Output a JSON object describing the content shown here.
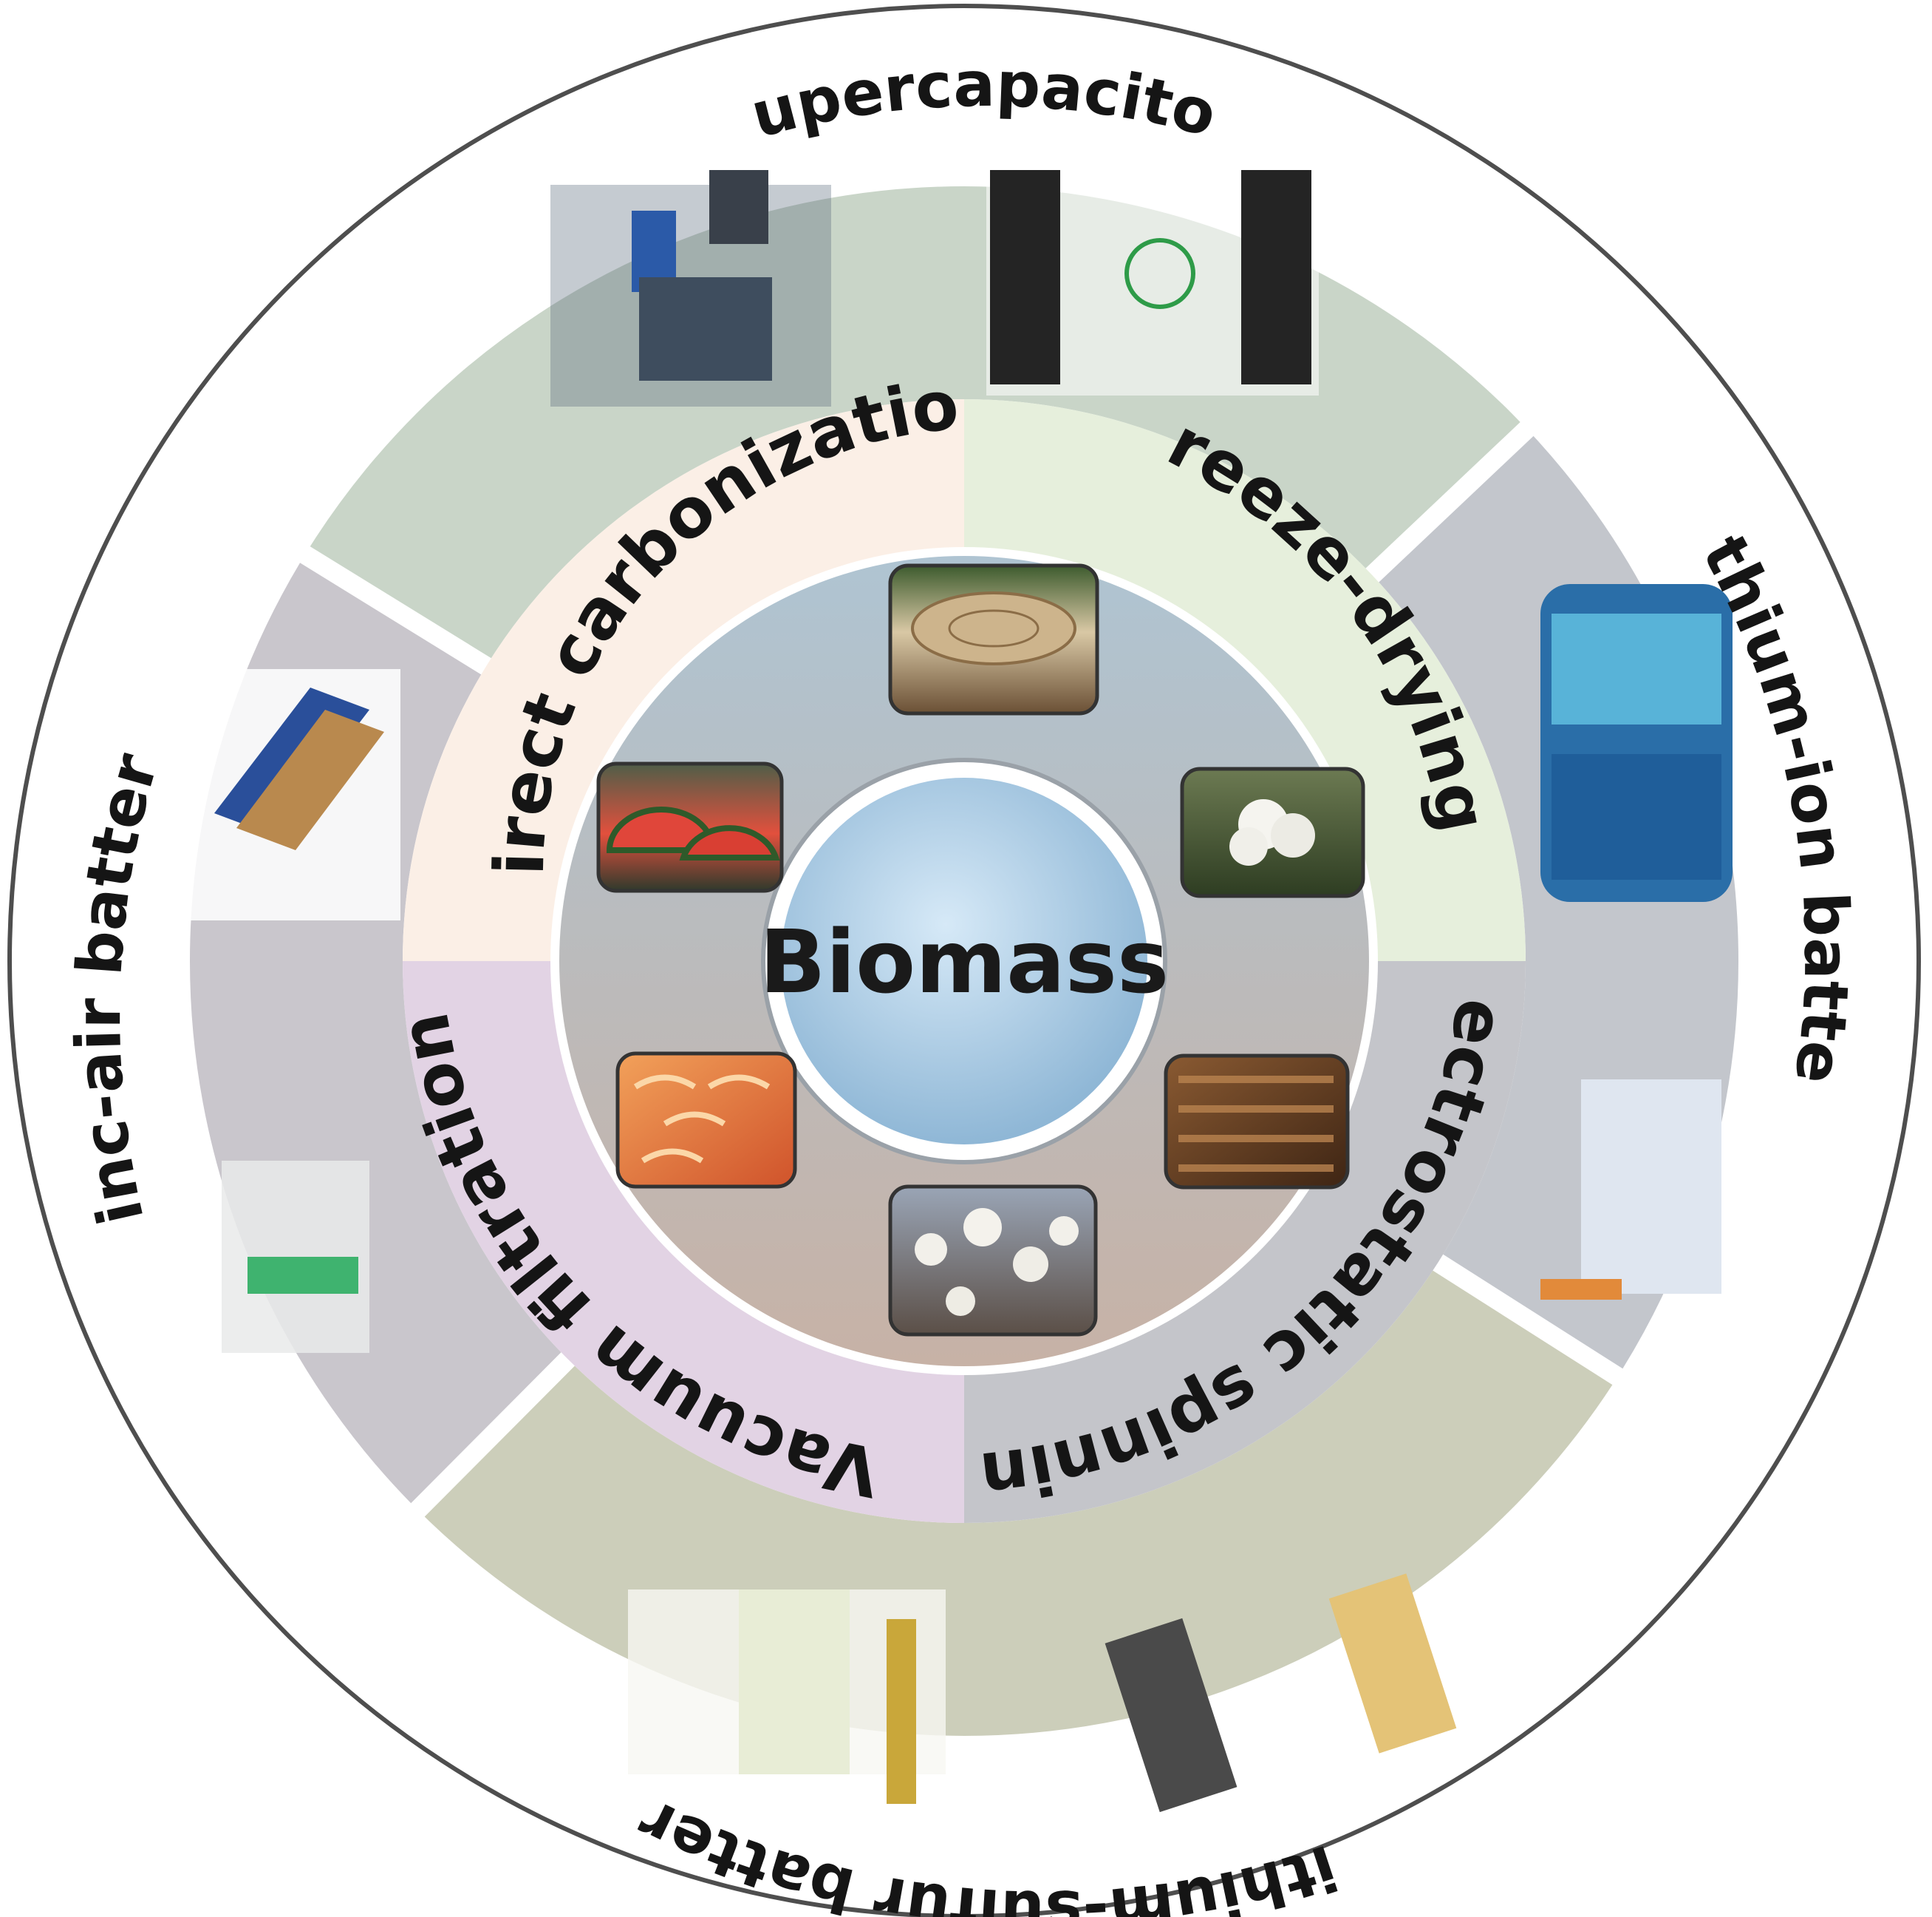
{
  "center": {
    "label": "Biomass"
  },
  "outer_ring": [
    {
      "label": "Supercapacitor",
      "color": "#c9d5c8"
    },
    {
      "label": "Lithium-ion battery",
      "color": "#c3c6cc"
    },
    {
      "label": "lithium-sulfur battery",
      "color": "#ccceba"
    },
    {
      "label": "zinc-air battery",
      "color": "#c9c6cc"
    }
  ],
  "middle_ring": [
    {
      "label": "Direct carbonization",
      "color": "#fbefe6"
    },
    {
      "label": "Freeze-drying",
      "color": "#e6efdc"
    },
    {
      "label": "Electrostatic spinning",
      "color": "#c4c5ca"
    },
    {
      "label": "Vacuum filtration",
      "color": "#e2d3e4"
    }
  ],
  "biomass_sources": [
    {
      "icon": "tree-stump-photo"
    },
    {
      "icon": "cotton-boll-photo"
    },
    {
      "icon": "woven-rattan-photo"
    },
    {
      "icon": "willow-catkin-photo"
    },
    {
      "icon": "shrimp-shell-photo"
    },
    {
      "icon": "watermelon-photo"
    }
  ],
  "inner_disk": {
    "color_top": "#b4c7d3",
    "color_bottom": "#c4b0a6"
  },
  "center_color": "#bcd8ec"
}
